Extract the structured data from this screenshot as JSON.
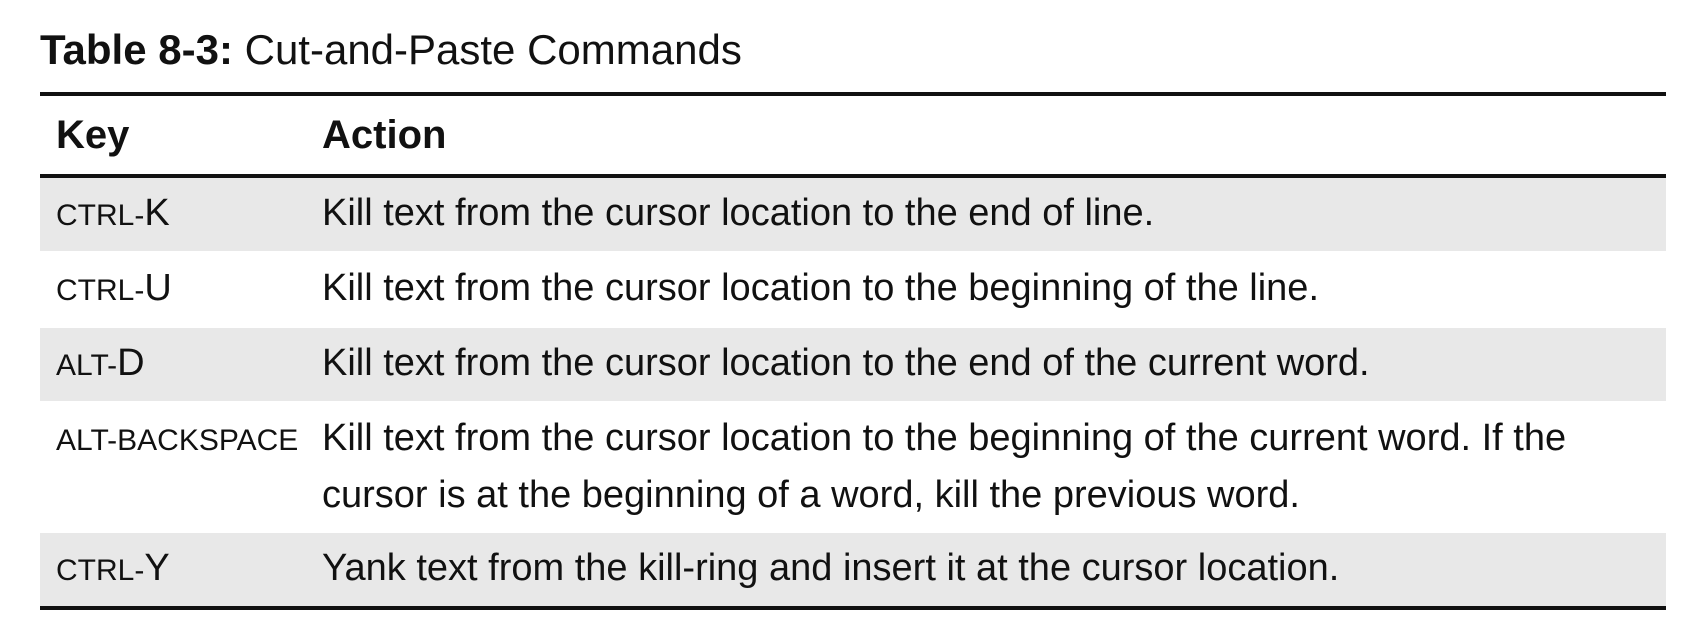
{
  "caption": {
    "number": "Table 8-3:",
    "title": "Cut-and-Paste Commands"
  },
  "table": {
    "headers": {
      "key": "Key",
      "action": "Action"
    },
    "rows": [
      {
        "key_mod": "CTRL-",
        "key_letter": "K",
        "action": "Kill text from the cursor location to the end of line."
      },
      {
        "key_mod": "CTRL-",
        "key_letter": "U",
        "action": "Kill text from the cursor location to the beginning of the line."
      },
      {
        "key_mod": "ALT-",
        "key_letter": "D",
        "action": "Kill text from the cursor location to the end of the current word."
      },
      {
        "key_mod": "ALT-BACKSPACE",
        "key_letter": "",
        "action": "Kill text from the cursor location to the beginning of the current word. If the cursor is at the beginning of a word, kill the previous word."
      },
      {
        "key_mod": "CTRL-",
        "key_letter": "Y",
        "action": "Yank text from the kill-ring and insert it at the cursor location."
      }
    ]
  }
}
